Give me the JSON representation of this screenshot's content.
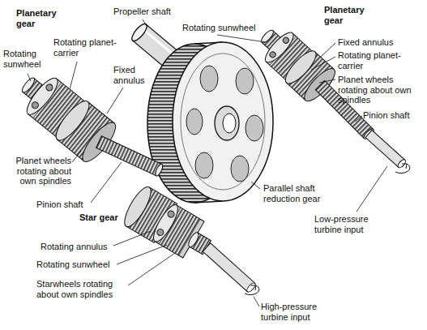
{
  "diagram": {
    "labels": [
      "Planetary gear",
      "Propeller shaft",
      "Planetary gear",
      "Rotating sunwheel",
      "Rotating planet-carrier",
      "Fixed annulus",
      "Rotating sunwheel",
      "Fixed annulus",
      "Rotating planet-carrier",
      "Planet wheels rotating about own spindles",
      "Pinion shaft",
      "Planet wheels rotating about own spindles",
      "Pinion shaft",
      "Parallel shaft reduction gear",
      "Low-pressure turbine input",
      "Star gear",
      "Rotating annulus",
      "Rotating sunwheel",
      "Starwheels rotating about own spindles",
      "High-pressure turbine input"
    ]
  }
}
